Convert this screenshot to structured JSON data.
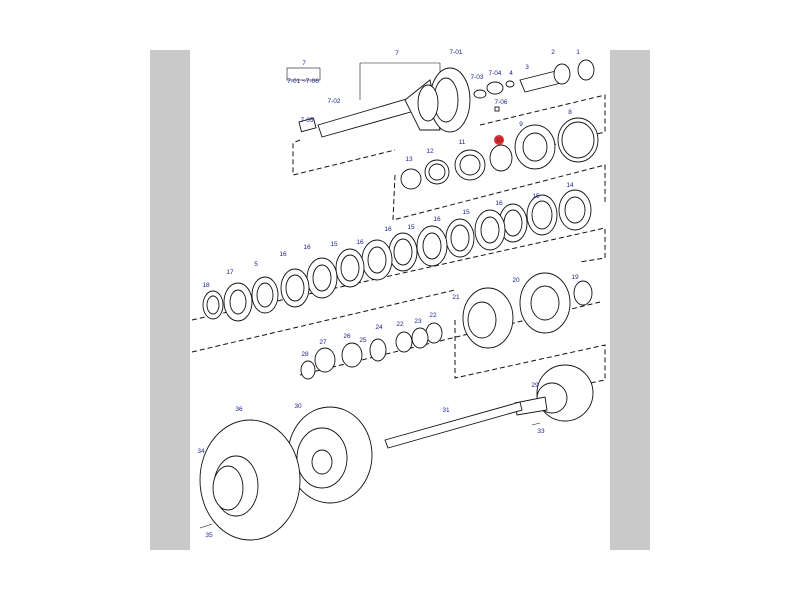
{
  "colors": {
    "background": "#ffffff",
    "side_panels": "#c9c9c9",
    "label": "#1a1f8a",
    "highlight": "#e03030"
  },
  "diagram": {
    "labels": {
      "l7_top": "7",
      "l7_range": "7-01 ~7-06",
      "l7_group": "7",
      "l701": "7-01",
      "l702": "7-02",
      "l703": "7-03",
      "l704": "7-04",
      "l705": "7-05",
      "l706": "7-06",
      "l1": "1",
      "l2": "2",
      "l3": "3",
      "l4": "4",
      "l8": "8",
      "l9": "9",
      "l10": "10",
      "l11": "11",
      "l12": "12",
      "l13": "13",
      "l14": "14",
      "l15a": "15",
      "l16a": "16",
      "l15b": "15",
      "l16b": "16",
      "l15c": "15",
      "l16c": "16",
      "l15d": "15",
      "l16d": "16",
      "l5": "5",
      "l17": "17",
      "l18": "18",
      "l19": "19",
      "l20": "20",
      "l21": "21",
      "l22a": "22",
      "l23": "23",
      "l22b": "22",
      "l24": "24",
      "l25": "25",
      "l26": "26",
      "l27": "27",
      "l28": "28",
      "l29": "29",
      "l30": "30",
      "l31": "31",
      "l33": "33",
      "l34": "34",
      "l35": "35",
      "l36": "36"
    }
  }
}
